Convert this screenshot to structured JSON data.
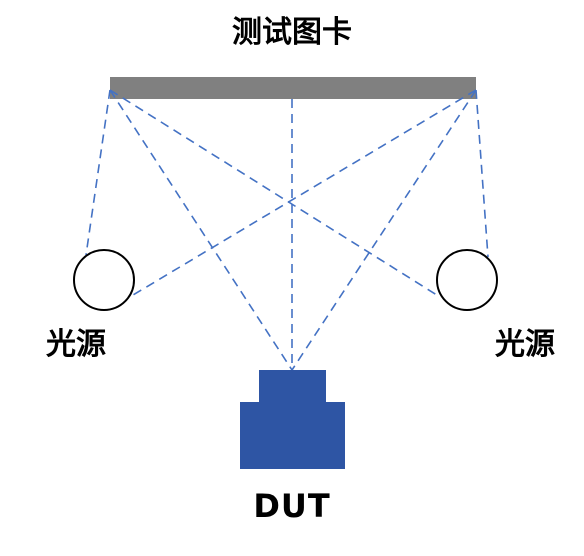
{
  "labels": {
    "test_chart": "测试图卡",
    "left_light_source": "光源",
    "right_light_source": "光源",
    "dut": "DUT"
  },
  "colors": {
    "chart_bar": "#808080",
    "ray_line": "#4472c4",
    "dut_fill": "#2e55a4",
    "light_source_stroke": "#000000",
    "text": "#000000"
  }
}
